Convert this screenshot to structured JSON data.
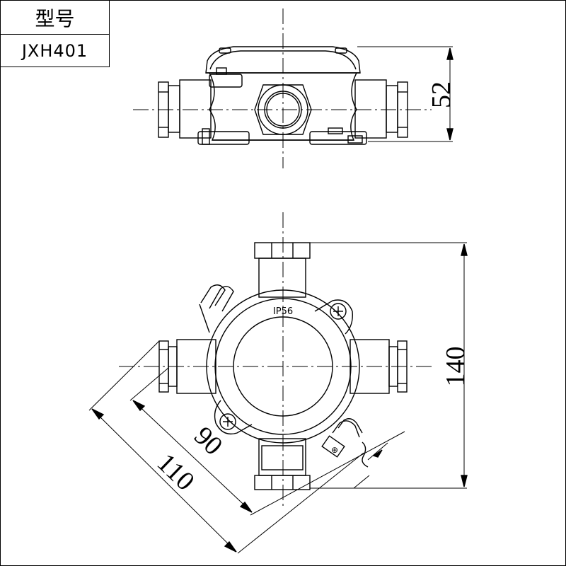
{
  "title_block": {
    "label": "型号",
    "model": "JXH401"
  },
  "dimensions": {
    "height_top_view": "52",
    "height_front_view": "140",
    "diag_inner": "90",
    "diag_outer": "110"
  },
  "marking": {
    "ip_rating": "IP56"
  },
  "colors": {
    "line": "#000000",
    "background": "#ffffff"
  }
}
